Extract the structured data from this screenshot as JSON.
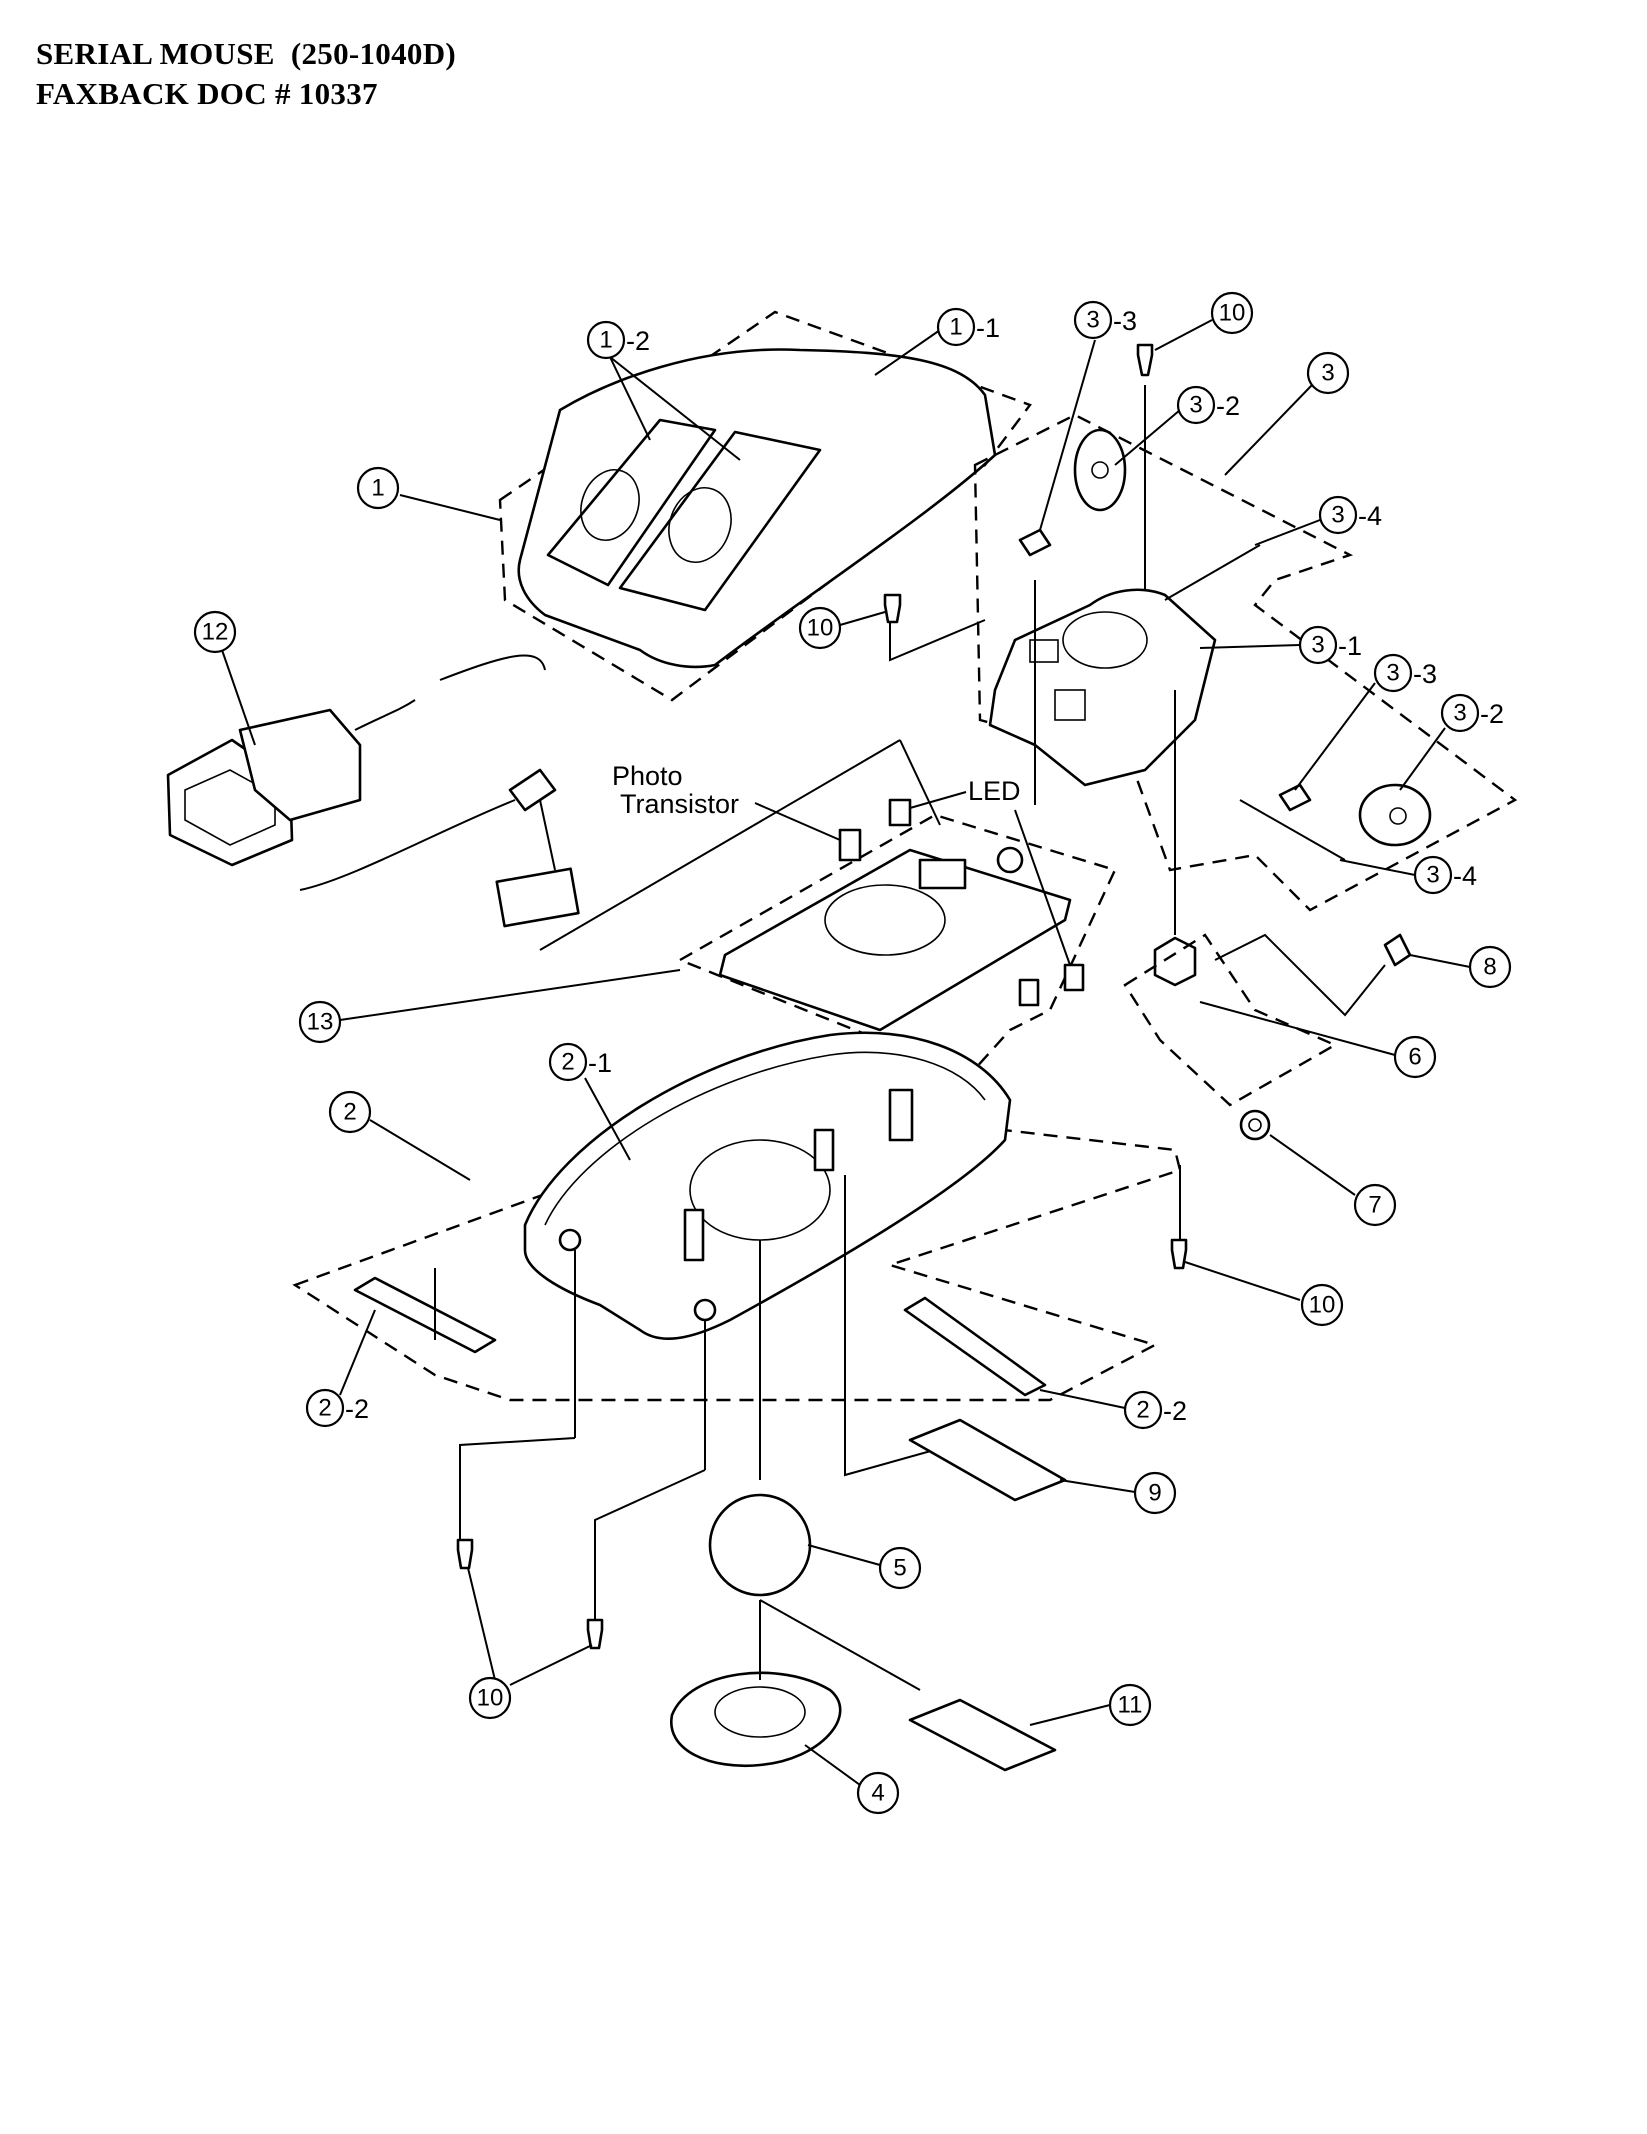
{
  "header": {
    "line1": "SERIAL MOUSE  (250-1040D)",
    "line2": "FAXBACK DOC # 10337"
  },
  "labels": {
    "photo": "Photo",
    "transistor": "Transistor",
    "led": "LED"
  },
  "callouts": {
    "c1": "1",
    "c1_1": "1",
    "c1_1_suffix": "-1",
    "c1_2": "1",
    "c1_2_suffix": "-2",
    "c2": "2",
    "c2_1": "2",
    "c2_1_suffix": "-1",
    "c2_2a": "2",
    "c2_2a_suffix": "-2",
    "c2_2b": "2",
    "c2_2b_suffix": "-2",
    "c3": "3",
    "c3_1": "3",
    "c3_1_suffix": "-1",
    "c3_2a": "3",
    "c3_2a_suffix": "-2",
    "c3_2b": "3",
    "c3_2b_suffix": "-2",
    "c3_3a": "3",
    "c3_3a_suffix": "-3",
    "c3_3b": "3",
    "c3_3b_suffix": "-3",
    "c3_4a": "3",
    "c3_4a_suffix": "-4",
    "c3_4b": "3",
    "c3_4b_suffix": "-4",
    "c4": "4",
    "c5": "5",
    "c6": "6",
    "c7": "7",
    "c8": "8",
    "c9": "9",
    "c10a": "10",
    "c10b": "10",
    "c10c": "10",
    "c10d": "10",
    "c11": "11",
    "c12": "12",
    "c13": "13"
  }
}
